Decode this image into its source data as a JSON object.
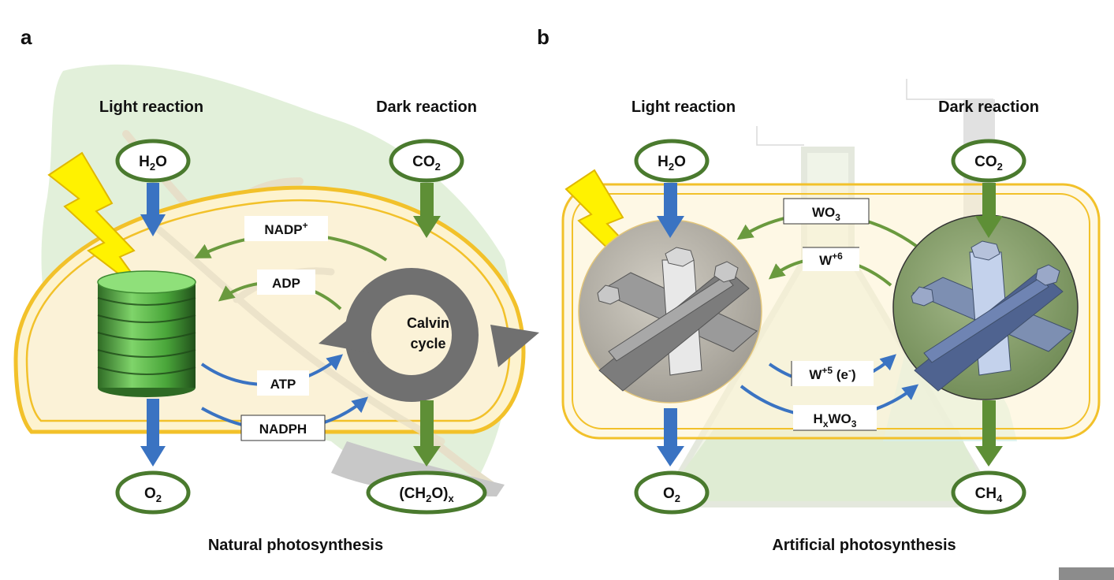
{
  "panels": {
    "a": {
      "letter": "a",
      "light_heading": "Light reaction",
      "dark_heading": "Dark reaction",
      "caption": "Natural photosynthesis",
      "calvin_line1": "Calvin",
      "calvin_line2": "cycle",
      "ovals": {
        "h2o": {
          "main": "H",
          "sub": "2",
          "tail": "O"
        },
        "co2": {
          "main": "CO",
          "sub": "2",
          "tail": ""
        },
        "o2": {
          "main": "O",
          "sub": "2",
          "tail": ""
        },
        "ch2o": {
          "main": "(CH",
          "sub": "2",
          "tail": "O)",
          "sub2": "x"
        }
      },
      "boxes": {
        "nadp": {
          "main": "NADP",
          "sup": "+"
        },
        "adp": {
          "main": "ADP"
        },
        "atp": {
          "main": "ATP"
        },
        "nadph": {
          "main": "NADPH"
        }
      }
    },
    "b": {
      "letter": "b",
      "light_heading": "Light reaction",
      "dark_heading": "Dark reaction",
      "caption": "Artificial photosynthesis",
      "ovals": {
        "h2o": {
          "main": "H",
          "sub": "2",
          "tail": "O"
        },
        "co2": {
          "main": "CO",
          "sub": "2",
          "tail": ""
        },
        "o2": {
          "main": "O",
          "sub": "2",
          "tail": ""
        },
        "ch4": {
          "main": "CH",
          "sub": "4",
          "tail": ""
        }
      },
      "boxes": {
        "wo3": {
          "main": "WO",
          "sub": "3"
        },
        "w6": {
          "main": "W",
          "sup": "+6"
        },
        "w5": {
          "main": "W",
          "sup": "+5",
          "tail": " (e",
          "sup2": "-",
          "tail2": ")"
        },
        "hxwo3": {
          "main": "H",
          "sub": "x",
          "mid": "WO",
          "sub2": "3"
        }
      }
    }
  },
  "colors": {
    "oval_border": "#4a7a2e",
    "green_arrow": "#5e8f36",
    "blue_arrow": "#3a73c2",
    "membrane": "#f2c12a",
    "leaf": "#dfeed6",
    "lightning": "#fff200",
    "cycle_gray": "#707070"
  }
}
